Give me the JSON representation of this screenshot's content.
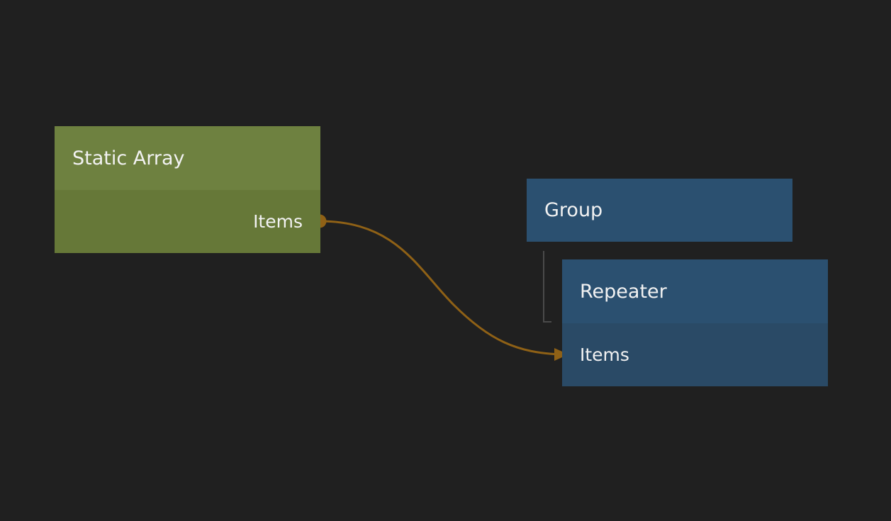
{
  "nodes": {
    "static_array": {
      "title": "Static Array",
      "output_port": "Items",
      "color": "#6e8140"
    },
    "group": {
      "title": "Group",
      "color": "#2b5070"
    },
    "repeater": {
      "title": "Repeater",
      "input_port": "Items",
      "color": "#2b5070"
    }
  },
  "connection": {
    "from": "Static Array.Items",
    "to": "Repeater.Items",
    "color": "#8f6116"
  }
}
